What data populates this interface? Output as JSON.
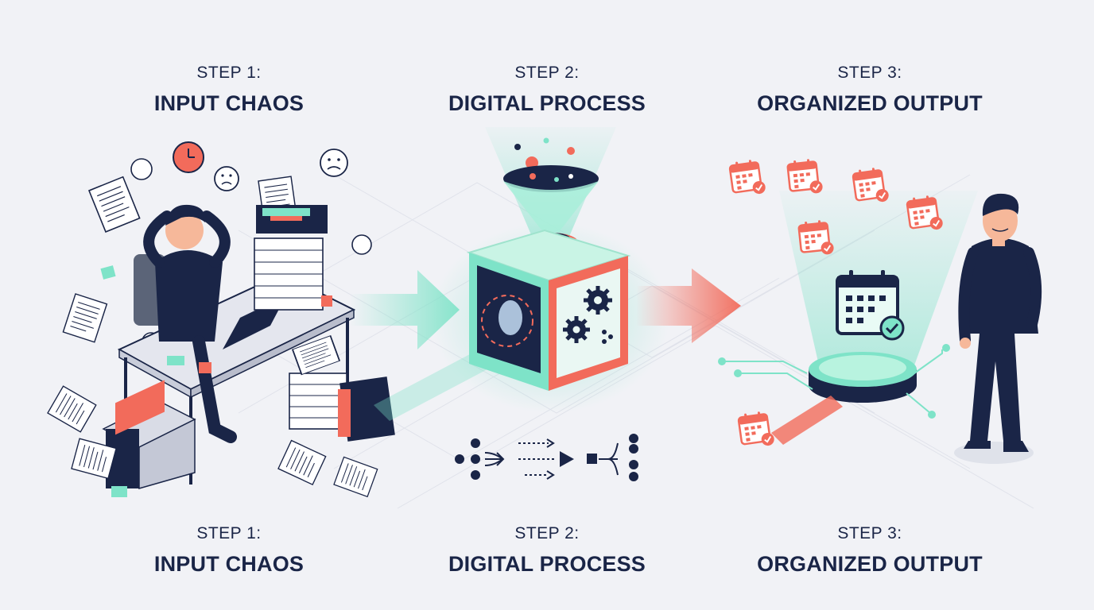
{
  "steps_top": [
    {
      "number": "STEP 1:",
      "name": "INPUT CHAOS"
    },
    {
      "number": "STEP 2:",
      "name": "DIGITAL PROCESS"
    },
    {
      "number": "STEP 3:",
      "name": "ORGANIZED OUTPUT"
    }
  ],
  "steps_bottom": [
    {
      "number": "STEP 1:",
      "name": "INPUT CHAOS"
    },
    {
      "number": "STEP 2:",
      "name": "DIGITAL PROCESS"
    },
    {
      "number": "STEP 3:",
      "name": "ORGANIZED OUTPUT"
    }
  ],
  "colors": {
    "background": "#f1f2f6",
    "navy": "#1a2547",
    "mint": "#7ee3c8",
    "coral": "#f26b5b",
    "paper": "#ffffff"
  },
  "icons": [
    "clock-icon",
    "sad-face-icon",
    "gear-icon",
    "calendar-icon",
    "flow-split-icon",
    "flow-arrows-icon",
    "flow-merge-icon"
  ]
}
